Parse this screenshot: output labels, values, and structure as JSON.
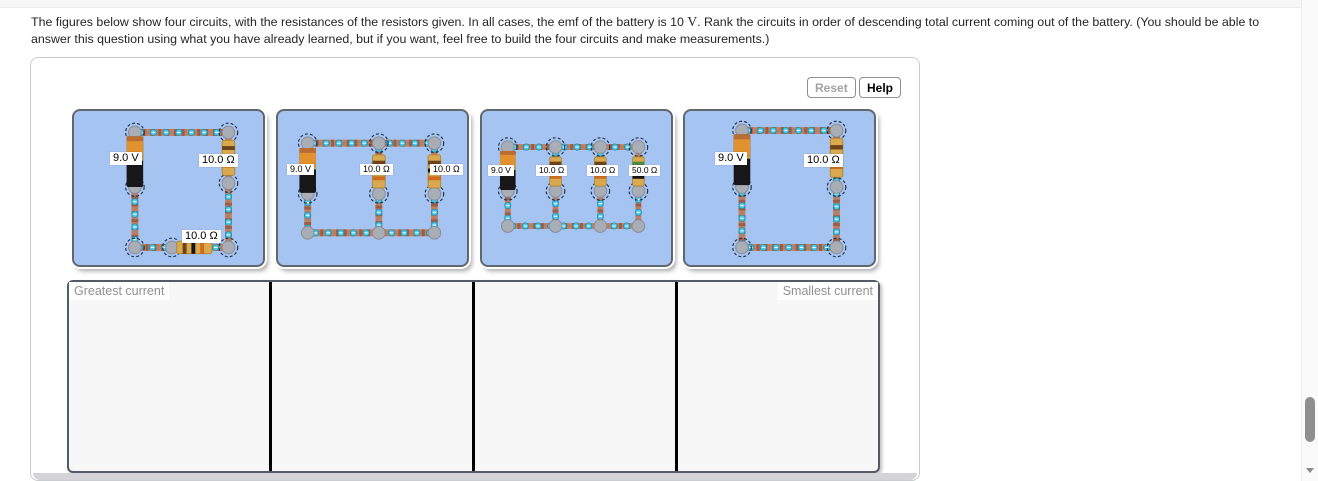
{
  "question": {
    "part1": "The figures below show four circuits, with the resistances of the resistors given. In all cases, the emf of the battery is 10 ",
    "emf_unit": "V",
    "part2": ". Rank the circuits in order of descending total current coming out of the battery. (You should be able to answer this question using what you have already learned, but if you want, feel free to build the four circuits and make measurements.)"
  },
  "toolbar": {
    "reset_label": "Reset",
    "help_label": "Help"
  },
  "circuits": [
    {
      "name": "circuit-1",
      "battery_label": "9.0 V",
      "resistor_labels": [
        "10.0 Ω",
        "10.0 Ω"
      ],
      "description": "battery with two 10.0 Ω resistors in series"
    },
    {
      "name": "circuit-2",
      "battery_label": "9.0 V",
      "resistor_labels": [
        "10.0 Ω",
        "10.0 Ω"
      ],
      "description": "battery with two 10.0 Ω resistors in parallel"
    },
    {
      "name": "circuit-3",
      "battery_label": "9.0 V",
      "resistor_labels": [
        "10.0 Ω",
        "10.0 Ω",
        "50.0 Ω"
      ],
      "description": "battery with 10.0 Ω, 10.0 Ω and 50.0 Ω resistors in parallel"
    },
    {
      "name": "circuit-4",
      "battery_label": "9.0 V",
      "resistor_labels": [
        "10.0 Ω"
      ],
      "description": "battery with a single 10.0 Ω resistor"
    }
  ],
  "ranking": {
    "greatest_label": "Greatest current",
    "smallest_label": "Smallest current",
    "slot_count": 4
  },
  "colors": {
    "panel_blue": "#a6c4f2",
    "wire_copper": "#bd7f63",
    "electron": "#4cc8e8",
    "battery_orange": "#e2912f",
    "battery_black": "#1a1a1a",
    "resistor_tan": "#d8a94e"
  }
}
